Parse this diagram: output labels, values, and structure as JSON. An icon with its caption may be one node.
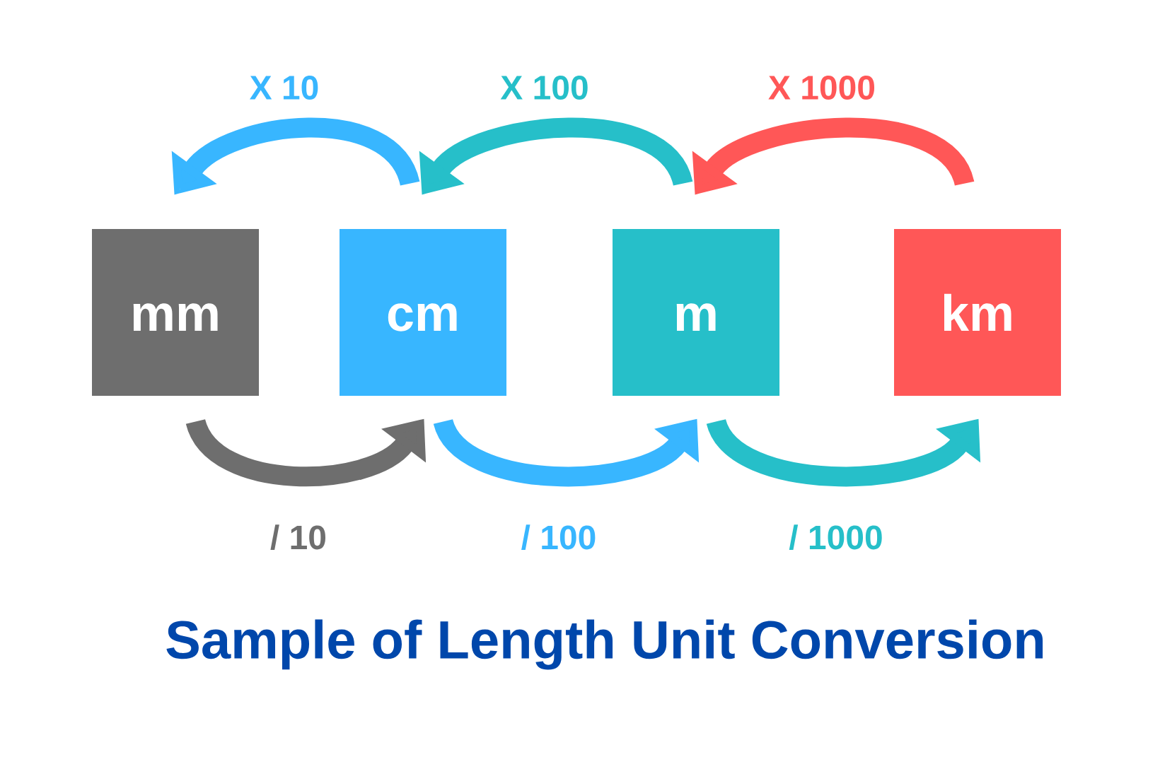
{
  "diagram": {
    "title": "Sample of Length Unit Conversion",
    "nodes": [
      {
        "text": [
          "mm"
        ]
      },
      {
        "text": [
          "cm"
        ]
      },
      {
        "text": [
          "m"
        ]
      },
      {
        "text": [
          "km"
        ]
      }
    ],
    "edges": [
      {
        "from": 1,
        "to": 0,
        "arrow": "to",
        "label": "X 10",
        "color": "#38b6ff"
      },
      {
        "from": 2,
        "to": 1,
        "arrow": "to",
        "label": "X 100",
        "color": "#26bfc9"
      },
      {
        "from": 3,
        "to": 2,
        "arrow": "to",
        "label": "X 1000",
        "color": "#ff5757"
      },
      {
        "from": 0,
        "to": 1,
        "arrow": "to",
        "label": "/ 10",
        "color": "#6e6e6e"
      },
      {
        "from": 1,
        "to": 2,
        "arrow": "to",
        "label": "/ 100",
        "color": "#38b6ff"
      },
      {
        "from": 2,
        "to": 3,
        "arrow": "to",
        "label": "/ 1000",
        "color": "#26bfc9"
      }
    ]
  }
}
